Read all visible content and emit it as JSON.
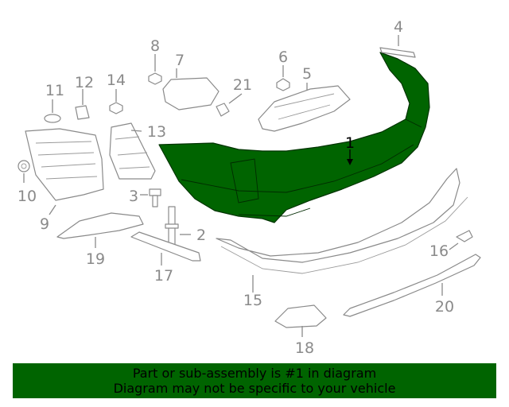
{
  "callouts": {
    "c1": "1",
    "c2": "2",
    "c3": "3",
    "c4": "4",
    "c5": "5",
    "c6": "6",
    "c7": "7",
    "c8": "8",
    "c9": "9",
    "c10": "10",
    "c11": "11",
    "c12": "12",
    "c13": "13",
    "c14": "14",
    "c15": "15",
    "c16": "16",
    "c17": "17",
    "c18": "18",
    "c19": "19",
    "c20": "20",
    "c21": "21"
  },
  "highlighted_part": "1",
  "colors": {
    "highlight": "#006400",
    "banner": "#006400",
    "line": "#8a8a8a"
  },
  "banner": {
    "line1": "Part or sub-assembly is #1 in diagram",
    "line2": "Diagram may not be specific to your vehicle"
  }
}
